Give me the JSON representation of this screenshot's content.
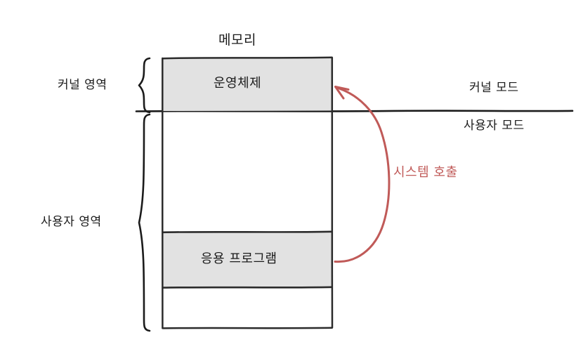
{
  "diagram": {
    "title": "메모리",
    "type": "memory-layout-system-call-diagram",
    "memory_block": {
      "segments": [
        {
          "id": "operating-system",
          "label": "운영체제",
          "filled": true,
          "region": "kernel"
        },
        {
          "id": "free-upper",
          "label": "",
          "filled": false,
          "region": "user"
        },
        {
          "id": "application-program",
          "label": "응용 프로그램",
          "filled": true,
          "region": "user"
        },
        {
          "id": "free-lower",
          "label": "",
          "filled": false,
          "region": "user"
        }
      ]
    },
    "left_labels": [
      {
        "id": "kernel-area",
        "label": "커널 영역"
      },
      {
        "id": "user-area",
        "label": "사용자 영역"
      }
    ],
    "right_labels": [
      {
        "id": "kernel-mode",
        "label": "커널 모드"
      },
      {
        "id": "user-mode",
        "label": "사용자 모드"
      }
    ],
    "annotation": {
      "id": "system-call",
      "label": "시스템 호출",
      "color": "#c05a58",
      "direction": "from-application-program-to-operating-system"
    },
    "colors": {
      "ink": "#1b1b1b",
      "fill_gray": "#e2e2e2",
      "accent_red": "#c05a58",
      "background": "#ffffff"
    }
  }
}
